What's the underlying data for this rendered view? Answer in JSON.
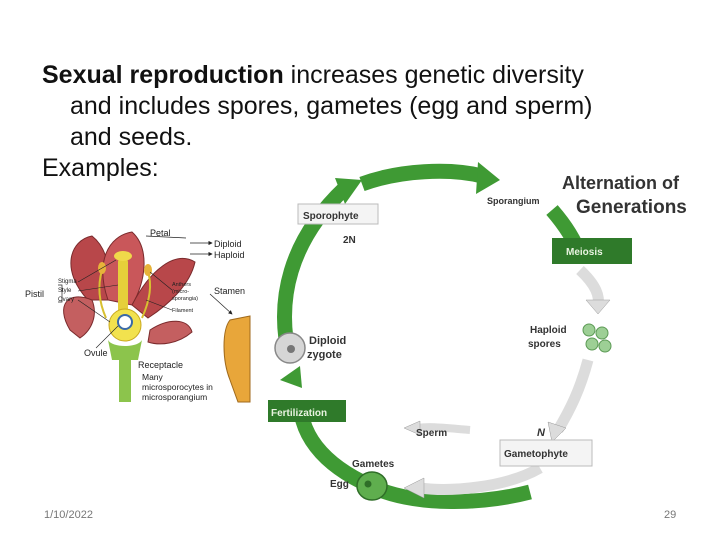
{
  "slide": {
    "text": {
      "bold_lead": "Sexual reproduction",
      "line1_rest": " increases genetic diversity",
      "line2": "and includes spores, gametes (egg and sperm)",
      "line3": "and seeds.",
      "examples": "Examples:"
    },
    "footer": {
      "date": "1/10/2022",
      "page": "29"
    }
  },
  "flower": {
    "petal": "Petal",
    "diploid": "Diploid",
    "haploid": "Haploid",
    "pistil": "Pistil",
    "stigma": "Stigma",
    "style": "Style",
    "ovary": "Ovary",
    "anthers": "Anthers",
    "anthers_sub1": "(micro-",
    "anthers_sub2": "sporangia)",
    "stamen": "Stamen",
    "filament": "Filament",
    "ovule": "Ovule",
    "receptacle": "Receptacle",
    "many1": "Many",
    "many2": "microsporocytes in",
    "many3": "microsporangium"
  },
  "cycle": {
    "title1": "Alternation of",
    "title2": "Generations",
    "sporangium": "Sporangium",
    "sporophyte": "Sporophyte",
    "two_n": "2N",
    "meiosis": "Meiosis",
    "haploid1": "Haploid",
    "haploid2": "spores",
    "diploid1": "Diploid",
    "diploid2": "zygote",
    "fertilization": "Fertilization",
    "sperm": "Sperm",
    "n": "N",
    "gametophyte": "Gametophyte",
    "gametes": "Gametes",
    "egg": "Egg"
  },
  "colors": {
    "arrow_green": "#3f9a34",
    "box_green": "#2f7a2a",
    "arrow_gray": "#dcdcdc",
    "petal": "#b8474a"
  }
}
